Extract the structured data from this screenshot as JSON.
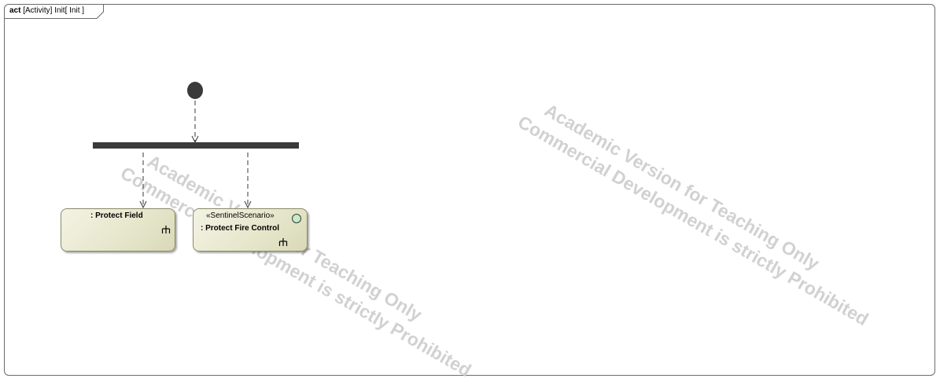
{
  "frame": {
    "keyword": "act",
    "title": "[Activity] Init[ Init ]"
  },
  "watermark": {
    "line1": "Academic Version for Teaching Only",
    "line2": "Commercial Development is strictly Prohibited"
  },
  "actions": [
    {
      "name": ": Protect Field",
      "stereotype": ""
    },
    {
      "name": ": Protect Fire Control",
      "stereotype": "«SentinelScenario»"
    }
  ],
  "colors": {
    "node_dark": "#3a3a3a",
    "action_fill": "#e7e7cd",
    "stereotype_circle": "#c6ecc6",
    "watermark": "#c9c9c9"
  }
}
